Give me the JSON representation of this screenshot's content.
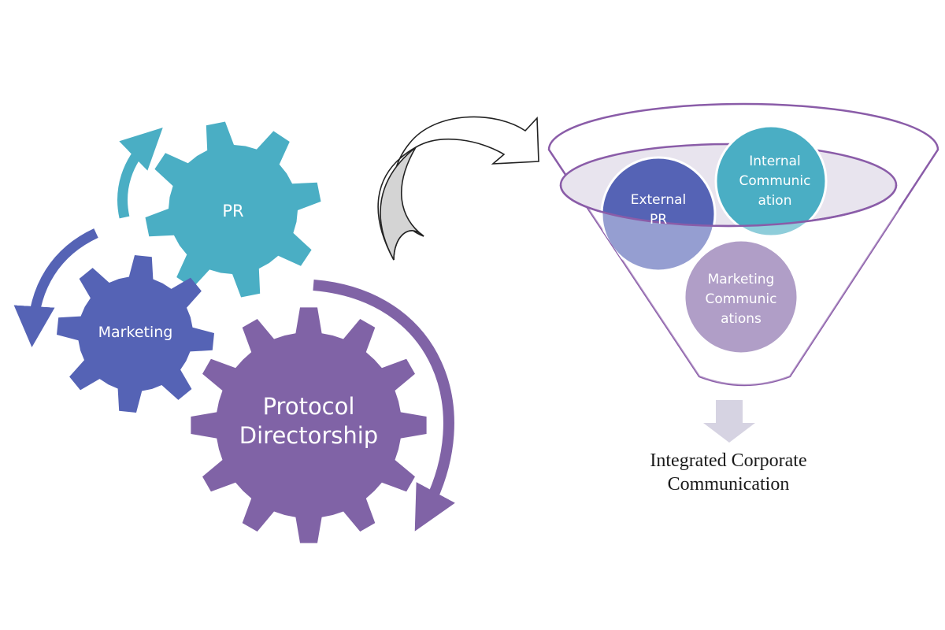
{
  "gears": {
    "pr": {
      "label": "PR",
      "color": "#4aaec4"
    },
    "marketing": {
      "label": "Marketing",
      "color": "#5563b5"
    },
    "protocol": {
      "lines": [
        "Protocol",
        "Directorship"
      ],
      "color": "#8063a6"
    }
  },
  "funnel": {
    "rim_color": "#8a5ca8",
    "fill_color": "#e8e4ee",
    "circles": {
      "external": {
        "lines": [
          "External",
          "PR"
        ],
        "color": "#5563b5"
      },
      "internal": {
        "lines": [
          "Internal",
          "Communic",
          "ation"
        ],
        "color": "#4aaec4"
      },
      "marketing": {
        "lines": [
          "Marketing",
          "Communic",
          "ations"
        ],
        "color": "#b09ec7"
      }
    }
  },
  "output": {
    "arrow_color": "#d6d3e2",
    "lines": [
      "Integrated Corporate",
      "Communication"
    ]
  },
  "arrow": {
    "fill": "#d4d4d4",
    "stroke": "#222222"
  }
}
